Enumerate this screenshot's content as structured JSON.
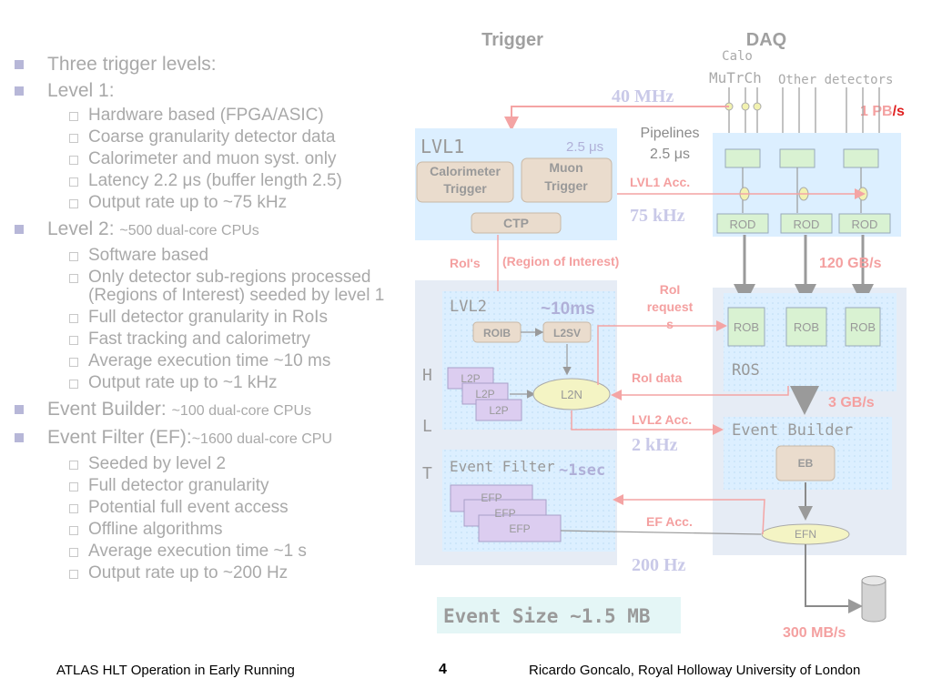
{
  "bullets": [
    {
      "level": 1,
      "text": "Three trigger levels:"
    },
    {
      "level": 1,
      "text": "Level 1:"
    },
    {
      "level": 2,
      "text": "Hardware based (FPGA/ASIC)"
    },
    {
      "level": 2,
      "text": "Coarse granularity detector data"
    },
    {
      "level": 2,
      "text": "Calorimeter and muon syst.  only"
    },
    {
      "level": 2,
      "text": "Latency 2.2 μs (buffer length 2.5)"
    },
    {
      "level": 2,
      "text": "Output rate up to ~75 kHz"
    },
    {
      "level": 1,
      "text": "Level 2: ",
      "small": "~500 dual-core CPUs"
    },
    {
      "level": 2,
      "text": "Software based"
    },
    {
      "level": 2,
      "text": "Only detector sub-regions processed (Regions of Interest) seeded by level 1"
    },
    {
      "level": 2,
      "text": "Full detector granularity in RoIs"
    },
    {
      "level": 2,
      "text": "Fast tracking and calorimetry"
    },
    {
      "level": 2,
      "text": "Average execution time ~10 ms"
    },
    {
      "level": 2,
      "text": "Output rate up to ~1 kHz"
    },
    {
      "level": 1,
      "text": "Event Builder: ",
      "small": "~100 dual-core CPUs"
    },
    {
      "level": 1,
      "text": "Event Filter (EF):",
      "small": "~1600 dual-core CPU"
    },
    {
      "level": 2,
      "text": "Seeded by level 2"
    },
    {
      "level": 2,
      "text": "Full detector granularity"
    },
    {
      "level": 2,
      "text": "Potential full event access"
    },
    {
      "level": 2,
      "text": "Offline algorithms"
    },
    {
      "level": 2,
      "text": "Average execution time ~1 s"
    },
    {
      "level": 2,
      "text": "Output rate up to ~200 Hz"
    }
  ],
  "diagram": {
    "trigger_header": "Trigger",
    "daq_header": "DAQ",
    "calo": "Calo",
    "mutrch": "MuTrCh",
    "other_detectors": "Other  detectors",
    "rate_40mhz": "40 MHz",
    "pb_s_1": "1 PB",
    "pb_s_2": "/s",
    "pipelines": "Pipelines",
    "pipelines_time": "2.5 μs",
    "lvl1": "LVL1",
    "lvl1_time": "2.5 μs",
    "calo_trigger_1": "Calorimeter",
    "calo_trigger_2": "Trigger",
    "muon_trigger_1": "Muon",
    "muon_trigger_2": "Trigger",
    "ctp": "CTP",
    "lvl1_acc": "LVL1 Acc.",
    "rate_75khz": "75 kHz",
    "rod": "ROD",
    "rois": "RoI's",
    "region_of_interest": "(Region of Interest)",
    "gbs_120": "120  GB/s",
    "lvl2": "LVL2",
    "lvl2_time": "~10ms",
    "roi_req_1": "RoI",
    "roi_req_2": "request",
    "roi_req_3": "s",
    "roib": "ROIB",
    "l2sv": "L2SV",
    "rob": "ROB",
    "hlt_h": "H",
    "hlt_l": "L",
    "hlt_t": "T",
    "l2p": "L2P",
    "l2n": "L2N",
    "roi_data": "RoI data",
    "ros": "ROS",
    "gbs_3": "3 GB/s",
    "lvl2_acc": "LVL2 Acc.",
    "event_builder": "Event Builder",
    "rate_2khz": "2 kHz",
    "eb": "EB",
    "event_filter": "Event Filter",
    "ef_time": "~1sec",
    "efp": "EFP",
    "ef_acc": "EF Acc.",
    "efn": "EFN",
    "rate_200hz": "200 Hz",
    "event_size": "Event Size ~1.5 MB",
    "mbs_300": "300 MB/s"
  },
  "footer": {
    "left": "ATLAS HLT Operation in Early Running",
    "page": "4",
    "right": "Ricardo Goncalo, Royal Holloway University of London"
  }
}
